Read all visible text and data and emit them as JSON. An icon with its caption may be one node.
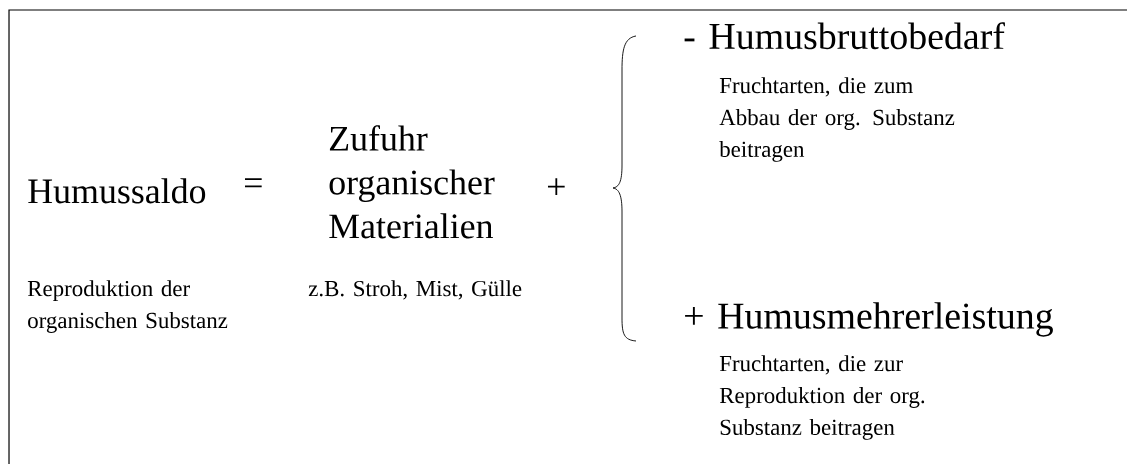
{
  "diagram": {
    "labels": [
      "Humussaldo",
      "=",
      "Zufuhr organischer Materialien",
      "+",
      "- Humusbruttobedarf",
      "Fruchtarten, die zum Abbau der org. Substanz beitragen",
      "Reproduktion der organischen Substanz",
      "z.B. Stroh, Mist, Gülle",
      "+ Humusmehrerleistung",
      "Fruchtarten, die zur Reproduktion der org. Substanz beitragen"
    ]
  }
}
